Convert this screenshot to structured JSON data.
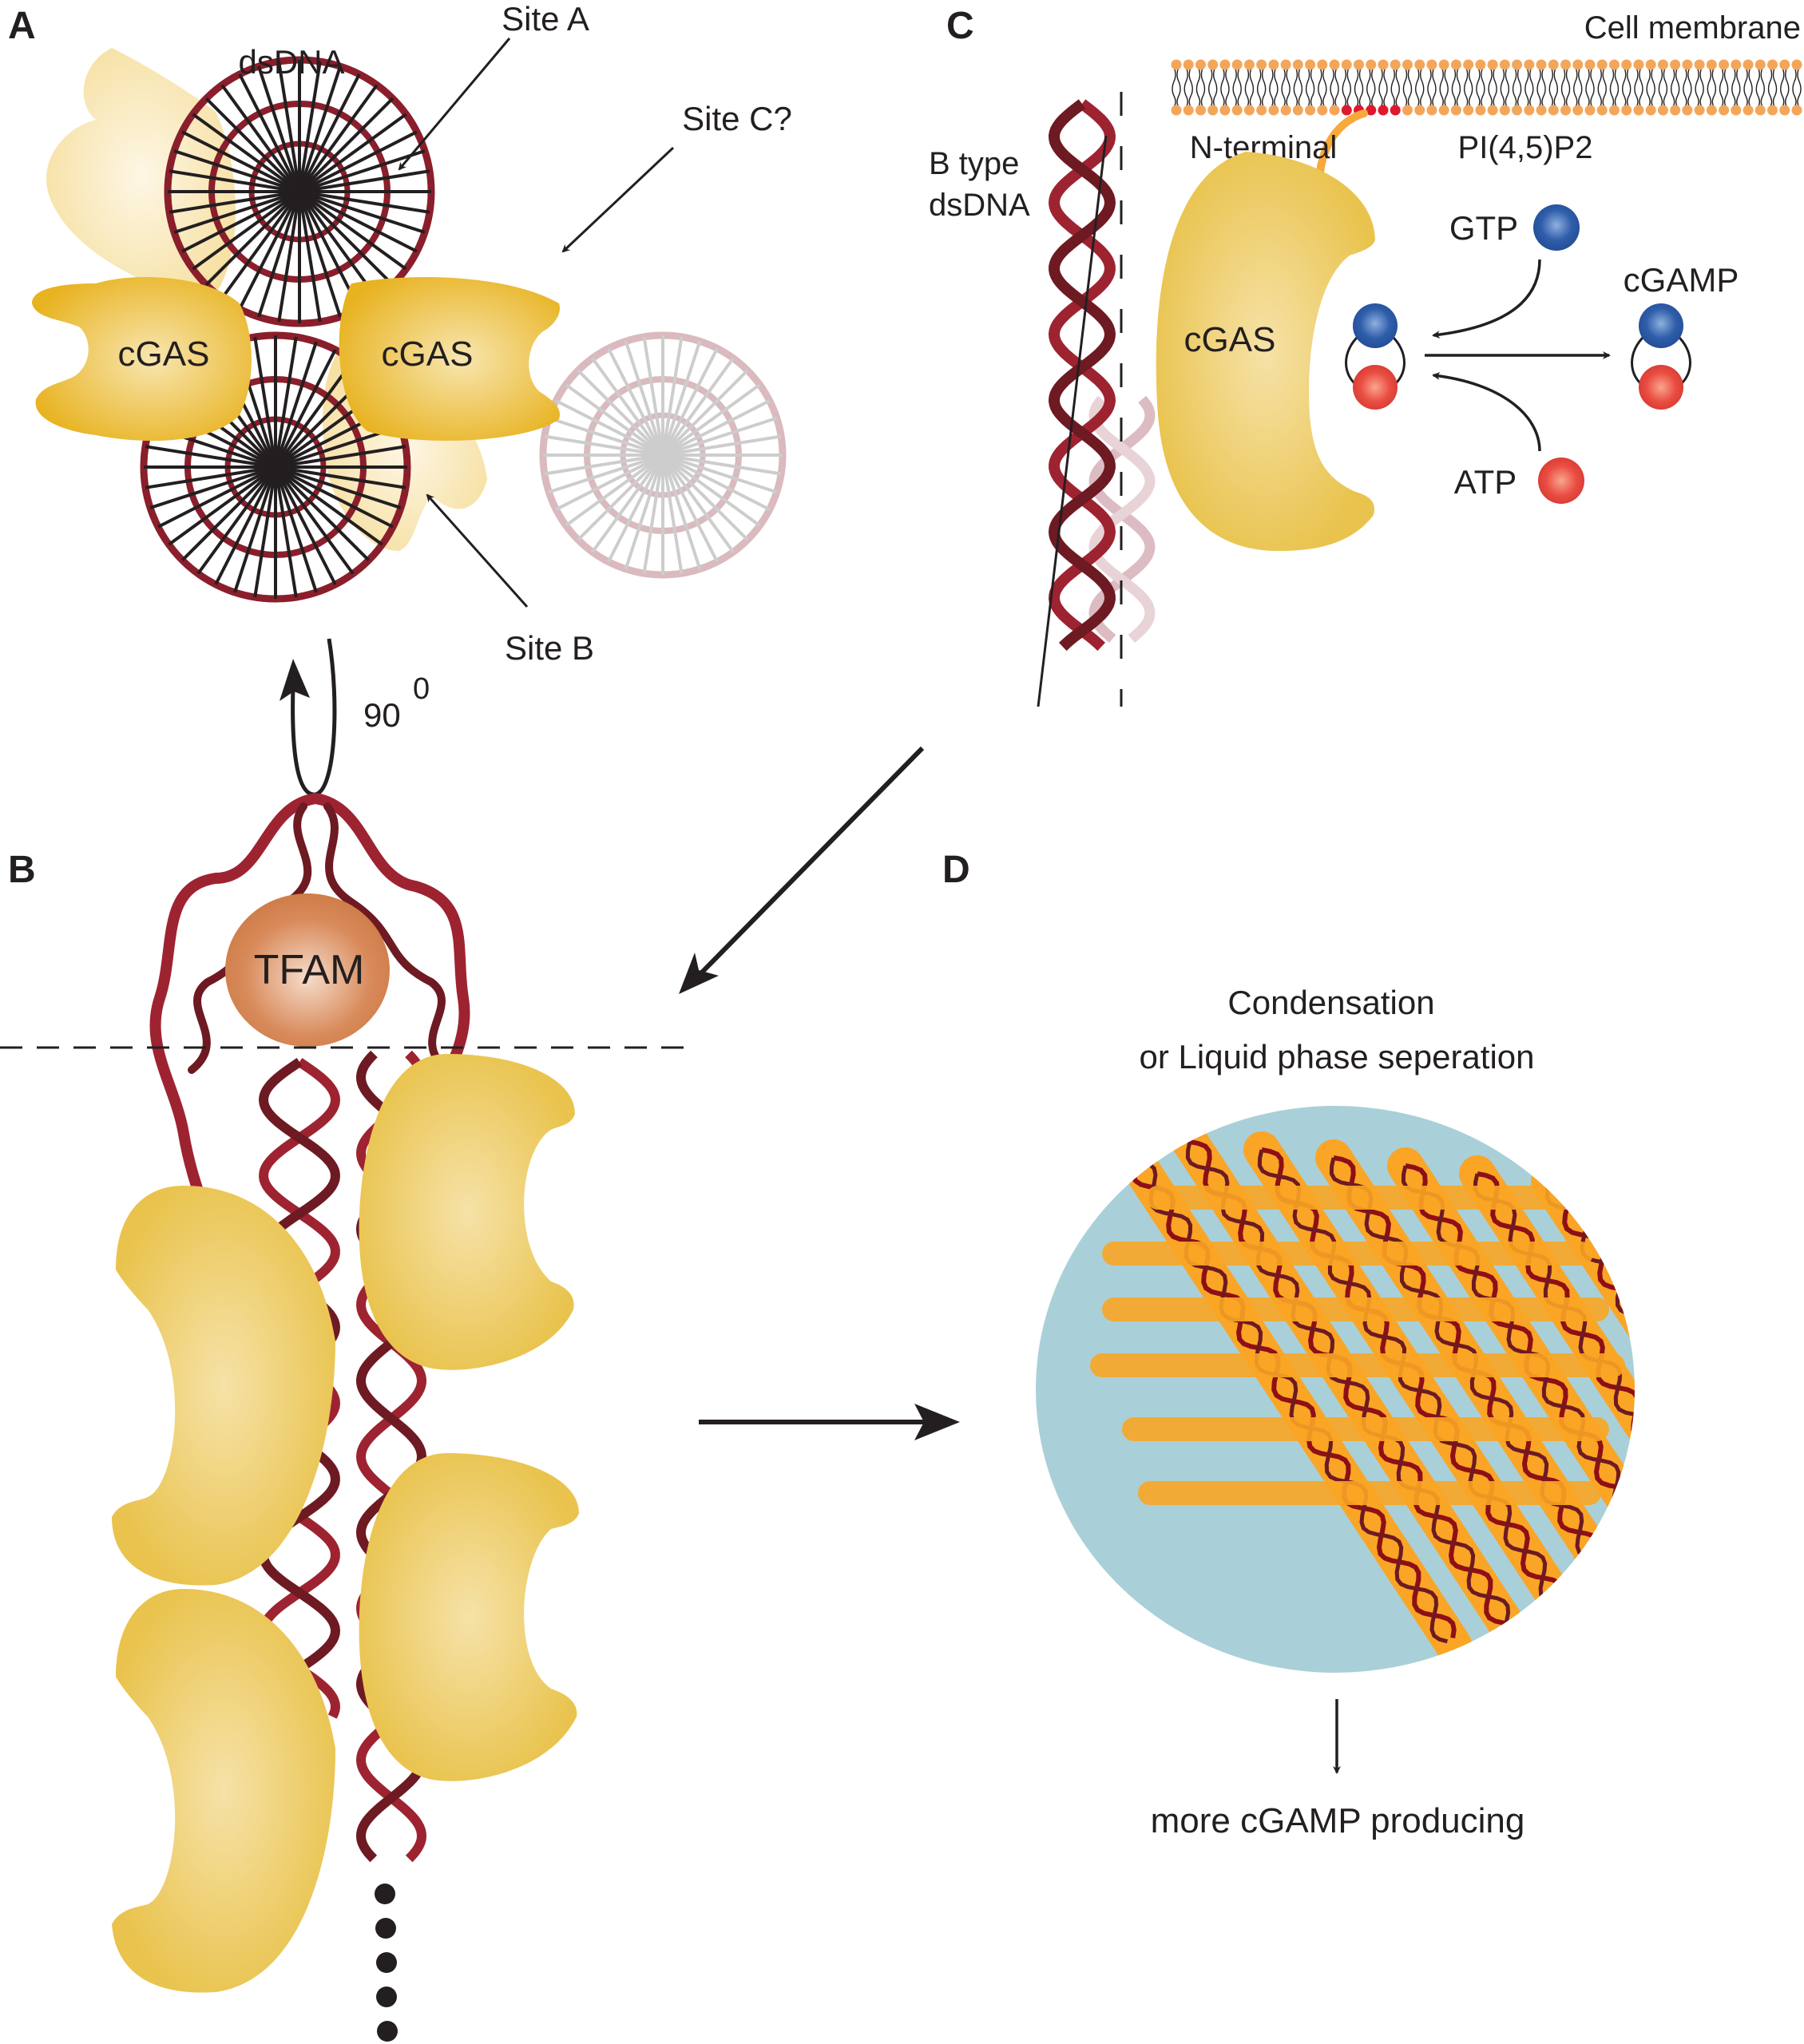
{
  "figure": {
    "panels": {
      "A": {
        "letter": "A",
        "labels": {
          "dsdna": "dsDNA",
          "site_a": "Site A",
          "site_b": "Site B",
          "site_c": "Site C?",
          "cgas_left": "cGAS",
          "cgas_right": "cGAS"
        }
      },
      "rotation": {
        "value": "90",
        "unit_mark": "0"
      },
      "B": {
        "letter": "B",
        "labels": {
          "tfam": "TFAM"
        },
        "cgas_count": 4,
        "continuation_dots": 5
      },
      "C": {
        "letter": "C",
        "labels": {
          "cell_membrane": "Cell membrane",
          "n_terminal": "N-terminal",
          "pip2": "PI(4,5)P2",
          "b_type_line1": "B type",
          "b_type_line2": "dsDNA",
          "cgas": "cGAS",
          "gtp": "GTP",
          "atp": "ATP",
          "cgamp": "cGAMP"
        },
        "membrane_lipids_per_leaflet": 52,
        "pip2_highlighted_lipids": 5
      },
      "D": {
        "letter": "D",
        "labels": {
          "condensation_line1": "Condensation",
          "condensation_line2": "or Liquid phase seperation",
          "outcome": "more cGAMP producing"
        }
      }
    },
    "colors": {
      "cgas_yellow": "#e9c34d",
      "cgas_light": "#f6e2a8",
      "dna_red": "#9e2331",
      "dna_dark": "#6e1a22",
      "dna_faded": "#d9b9be",
      "tfam_orange": "#d3824f",
      "gtp_blue": "#2b5aa8",
      "atp_red": "#e84a3f",
      "membrane_orange": "#f3a65a",
      "pip2_red": "#e0182d",
      "n_term_orange": "#f7a93b",
      "droplet_blue": "#a9d0d8",
      "condensate_orange": "#faa525"
    }
  }
}
